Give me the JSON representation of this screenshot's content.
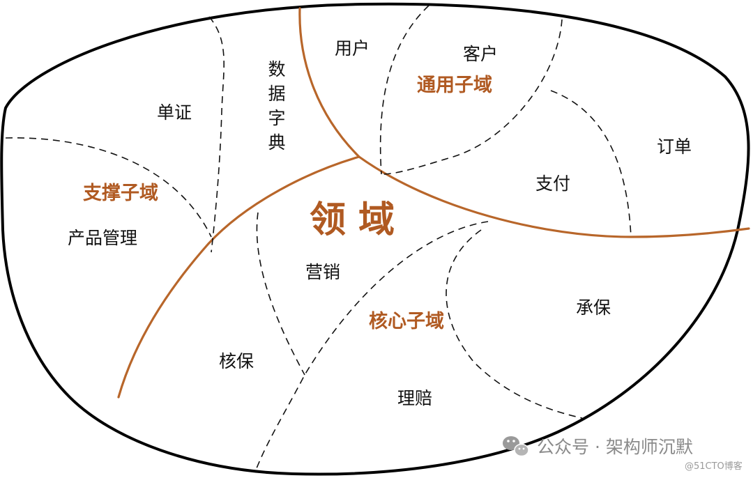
{
  "diagram": {
    "title": "领 域",
    "subdomains": {
      "generic": "通用子域",
      "supporting": "支撑子域",
      "core": "核心子域"
    },
    "modules": {
      "danzheng": "单证",
      "data_dictionary": "数据字典",
      "product_management": "产品管理",
      "user": "用户",
      "customer": "客户",
      "order": "订单",
      "payment": "支付",
      "marketing": "营销",
      "underwriting_review": "核保",
      "underwriting": "承保",
      "claims": "理赔"
    }
  },
  "watermark": {
    "wechat_text": "公众号 · 架构师沉默",
    "site_text": "@51CTO博客"
  },
  "colors": {
    "accent": "#b05a22",
    "boundary": "#b8662a",
    "outline": "#000000"
  },
  "icons": [
    "wechat-icon"
  ]
}
